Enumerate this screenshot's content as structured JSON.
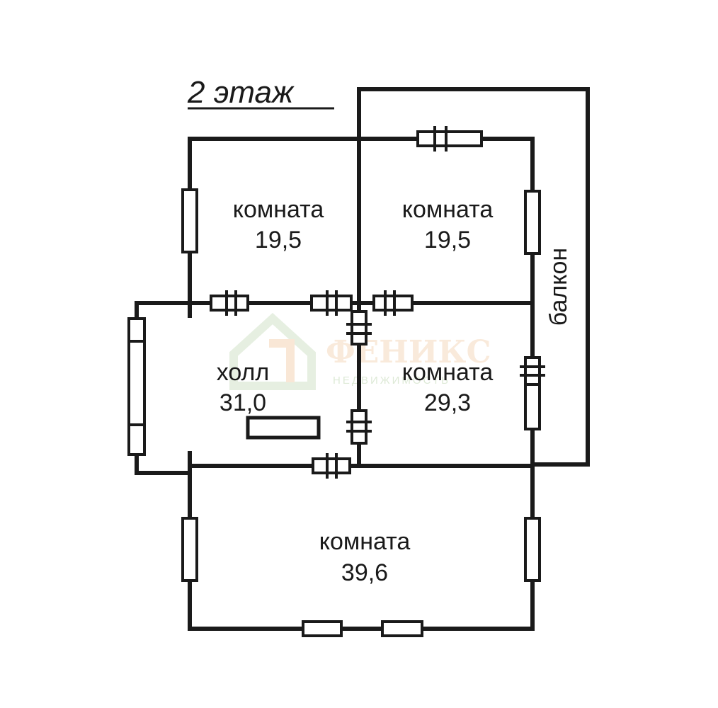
{
  "title": "2 этаж",
  "rooms": [
    {
      "name": "комната",
      "area": "19,5"
    },
    {
      "name": "комната",
      "area": "19,5"
    },
    {
      "name": "холл",
      "area": "31,0"
    },
    {
      "name": "комната",
      "area": "29,3"
    },
    {
      "name": "комната",
      "area": "39,6"
    }
  ],
  "balcony": "балкон",
  "watermark": {
    "brand": "ФЕНИКС",
    "sub": "НЕДВИЖИМОСТЬ"
  },
  "colors": {
    "lines": "#1a1a1a",
    "watermark_orange": "#e8a25f",
    "watermark_green": "#9fc38c"
  }
}
